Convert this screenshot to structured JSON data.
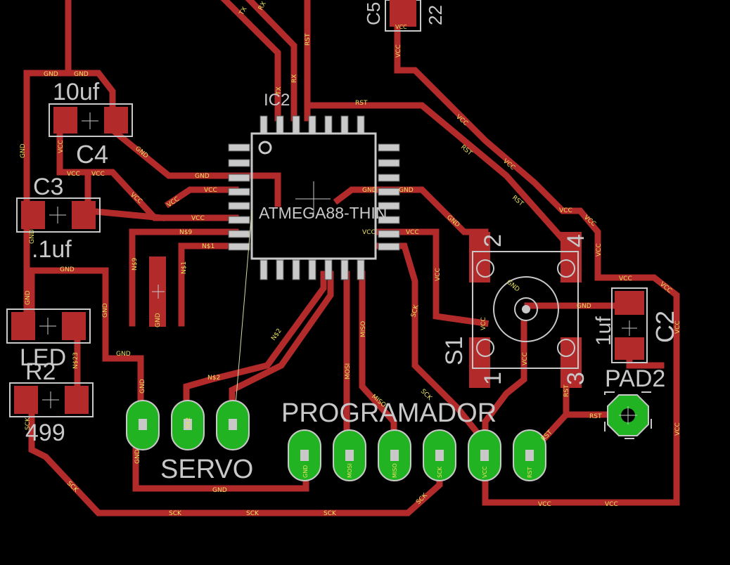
{
  "board": {
    "colors": {
      "background": "#000000",
      "trace": "#b22a2a",
      "silk": "#c8c8c8",
      "pad_smd": "#b22a2a",
      "pad_tht": "#22b322",
      "net_label": "#e8e060"
    },
    "top_labels": {
      "tx": "TX",
      "rx": "RX",
      "rst": "RST",
      "c5": "C5",
      "c5_value": "22",
      "c5_vcc": "VCC"
    }
  },
  "components": {
    "ic2": {
      "name": "IC2",
      "value": "ATMEGA88-THIN"
    },
    "c4": {
      "name": "C4",
      "value": "10uf"
    },
    "c3": {
      "name": "C3",
      "value": ".1uf"
    },
    "led": {
      "name": "LED"
    },
    "r2": {
      "name": "R2",
      "value": "499"
    },
    "s1": {
      "name": "S1",
      "pin2": "2",
      "pin4": "4",
      "pin1": "1",
      "pin3": "3"
    },
    "c2": {
      "name": "C2",
      "value": "1uf"
    },
    "pad2": {
      "name": "PAD2"
    },
    "servo": {
      "name": "SERVO"
    },
    "programador": {
      "name": "PROGRAMADOR"
    }
  },
  "net_labels": {
    "gnd": "GND",
    "vcc": "VCC",
    "rst": "RST",
    "sck": "SCK",
    "miso": "MISO",
    "mosi": "MOSI",
    "n9": "N$9",
    "n1": "N$1",
    "n2": "N$2",
    "n23": "N$23",
    "tx": "TX",
    "rx": "RX"
  }
}
